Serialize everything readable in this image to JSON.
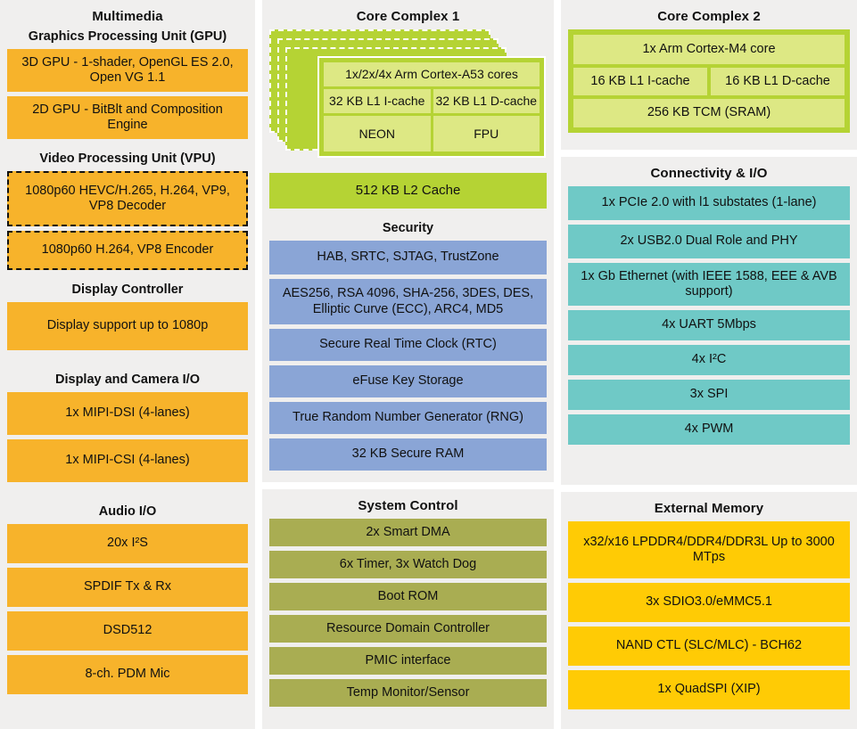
{
  "columns": {
    "left": {
      "panel": {
        "title": "Multimedia",
        "sections": [
          {
            "heading": "Graphics Processing Unit (GPU)",
            "items": [
              "3D GPU - 1-shader, OpenGL ES 2.0, Open VG 1.1",
              "2D GPU - BitBlt and Composition Engine"
            ]
          },
          {
            "heading": "Video Processing Unit (VPU)",
            "items": [
              "1080p60 HEVC/H.265, H.264, VP9, VP8 Decoder",
              "1080p60 H.264, VP8 Encoder"
            ]
          },
          {
            "heading": "Display Controller",
            "items": [
              "Display support up to 1080p"
            ]
          },
          {
            "heading": "Display and Camera I/O",
            "items": [
              "1x MIPI-DSI (4-lanes)",
              "1x MIPI-CSI (4-lanes)"
            ]
          },
          {
            "heading": "Audio I/O",
            "items": [
              "20x I²S",
              "SPDIF Tx & Rx",
              "DSD512",
              "8-ch. PDM Mic"
            ]
          }
        ]
      }
    },
    "middle": {
      "core_complex_1": {
        "title": "Core Complex 1",
        "card": {
          "cores": "1x/2x/4x Arm Cortex-A53 cores",
          "icache": "32 KB L1 I-cache",
          "dcache": "32 KB L1 D-cache",
          "neon": "NEON",
          "fpu": "FPU"
        },
        "l2_cache": "512 KB L2 Cache"
      },
      "security": {
        "title": "Security",
        "items": [
          "HAB, SRTC, SJTAG, TrustZone",
          "AES256, RSA 4096, SHA-256, 3DES, DES, Elliptic Curve (ECC), ARC4, MD5",
          "Secure Real Time Clock (RTC)",
          "eFuse Key Storage",
          "True Random Number Generator (RNG)",
          "32 KB Secure RAM"
        ]
      },
      "system_control": {
        "title": "System Control",
        "items": [
          "2x Smart DMA",
          "6x Timer, 3x Watch Dog",
          "Boot ROM",
          "Resource Domain Controller",
          "PMIC interface",
          "Temp Monitor/Sensor"
        ]
      }
    },
    "right": {
      "core_complex_2": {
        "title": "Core Complex 2",
        "core": "1x Arm Cortex-M4 core",
        "icache": "16 KB L1  I-cache",
        "dcache": "16 KB L1 D-cache",
        "tcm": "256 KB TCM (SRAM)"
      },
      "connectivity": {
        "title": "Connectivity & I/O",
        "items": [
          "1x PCIe 2.0 with l1 substates (1-lane)",
          "2x USB2.0 Dual Role and PHY",
          "1x Gb Ethernet (with IEEE 1588, EEE & AVB support)",
          "4x UART 5Mbps",
          "4x I²C",
          "3x SPI",
          "4x PWM"
        ]
      },
      "external_memory": {
        "title": "External Memory",
        "items": [
          "x32/x16 LPDDR4/DDR4/DDR3L Up to 3000 MTps",
          "3x SDIO3.0/eMMC5.1",
          "NAND CTL (SLC/MLC) - BCH62",
          "1x QuadSPI (XIP)"
        ]
      }
    }
  },
  "colors": {
    "panel_bg": "#f0efee",
    "orange": "#f7b32b",
    "yellow": "#ffcb05",
    "teal": "#6fc9c6",
    "olive": "#a9ad52",
    "blue": "#8aa5d6",
    "green": "#b5d334",
    "green_light": "#dde884"
  }
}
